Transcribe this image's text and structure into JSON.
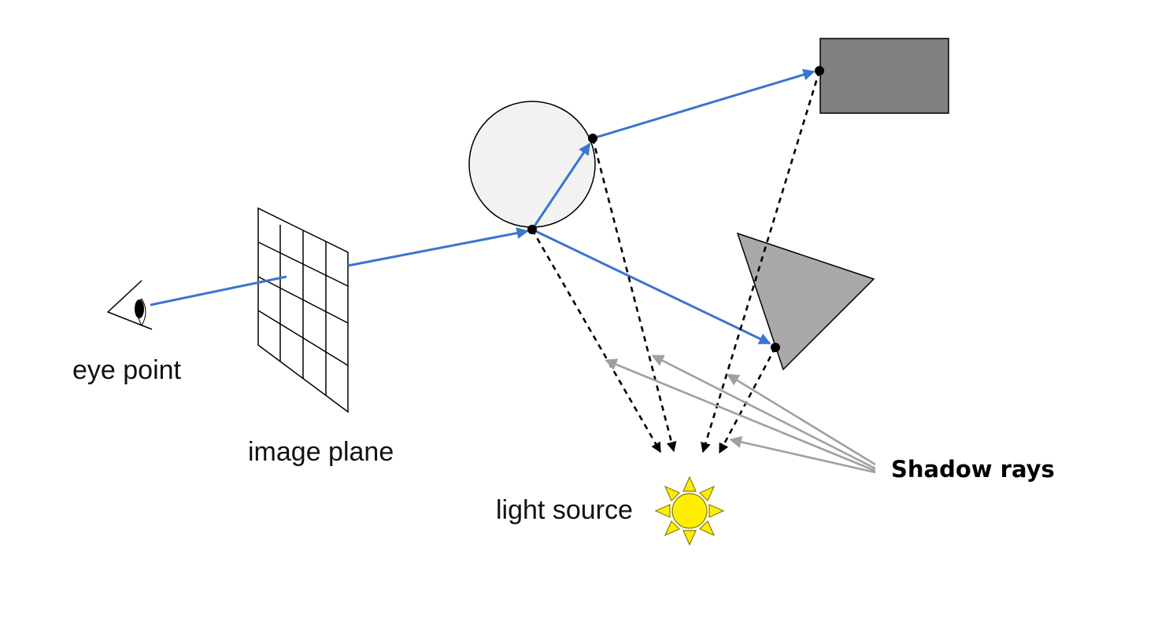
{
  "labels": {
    "eye_point": "eye point",
    "image_plane": "image plane",
    "light_source": "light source",
    "shadow_rays": "Shadow rays"
  },
  "objects": [
    {
      "name": "sphere",
      "shape": "circle",
      "fill": "#f2f2f2"
    },
    {
      "name": "box",
      "shape": "rectangle",
      "fill": "#808080"
    },
    {
      "name": "wedge",
      "shape": "triangle",
      "fill": "#a9a9a9"
    }
  ],
  "icons": {
    "eye": "eye-icon",
    "light": "sun-icon",
    "image_plane": "grid-icon"
  },
  "colors": {
    "primary_ray": "#3a75cf",
    "shadow_ray": "#000000",
    "annotation_arrow": "#a0a0a0",
    "sun_fill": "#ffee00",
    "sun_stroke": "#8a7d00"
  },
  "legend": {
    "primary_ray_style": "solid",
    "shadow_ray_style": "dashed"
  }
}
